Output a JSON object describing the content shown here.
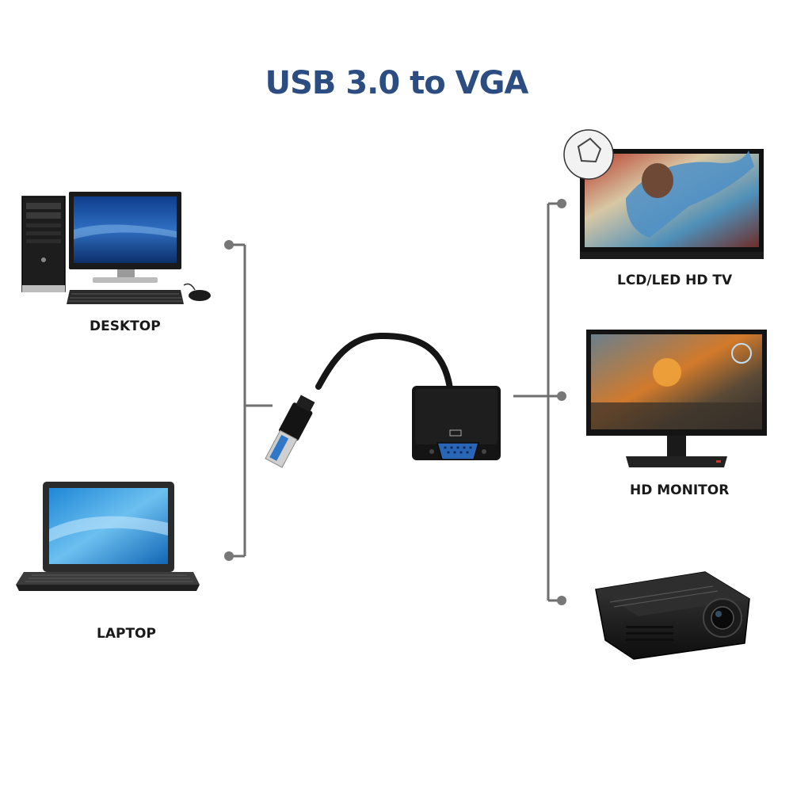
{
  "title": "USB 3.0 to VGA",
  "colors": {
    "title": "#2b4d82",
    "connector_lines": "#6e6e6e",
    "adapter_body": "#141414",
    "usb_blue": "#2f78c8",
    "vga_port": "#2a66b8"
  },
  "sources": [
    {
      "label": "DESKTOP",
      "icon": "desktop-computer-icon"
    },
    {
      "label": "LAPTOP",
      "icon": "laptop-icon"
    }
  ],
  "devices": [
    {
      "label": "LCD/LED HD TV",
      "icon": "tv-icon"
    },
    {
      "label": "HD MONITOR",
      "icon": "monitor-icon"
    },
    {
      "label": "",
      "icon": "projector-icon"
    }
  ],
  "center": {
    "icon": "usb-to-vga-adapter-icon"
  }
}
